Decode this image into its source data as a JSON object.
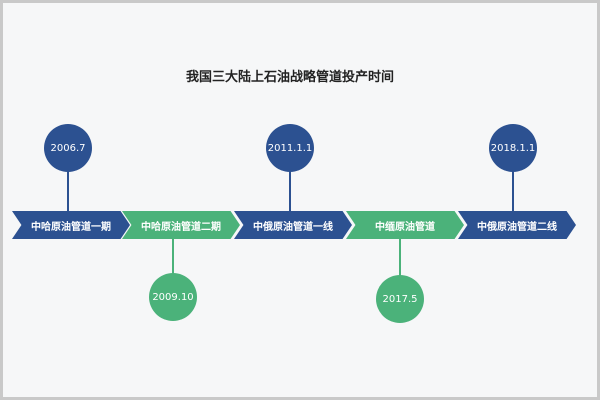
{
  "title": "我国三大陆上石油战略管道投产时间",
  "colors": {
    "blue": "#2c5191",
    "green": "#4bb27a"
  },
  "milestones": [
    {
      "label": "中哈原油管道一期",
      "date": "2006.7",
      "color": "blue",
      "position": "above"
    },
    {
      "label": "中哈原油管道二期",
      "date": "2009.10",
      "color": "green",
      "position": "below"
    },
    {
      "label": "中俄原油管道一线",
      "date": "2011.1.1",
      "color": "blue",
      "position": "above"
    },
    {
      "label": "中缅原油管道",
      "date": "2017.5",
      "color": "green",
      "position": "below"
    },
    {
      "label": "中俄原油管道二线",
      "date": "2018.1.1",
      "color": "blue",
      "position": "above"
    }
  ]
}
